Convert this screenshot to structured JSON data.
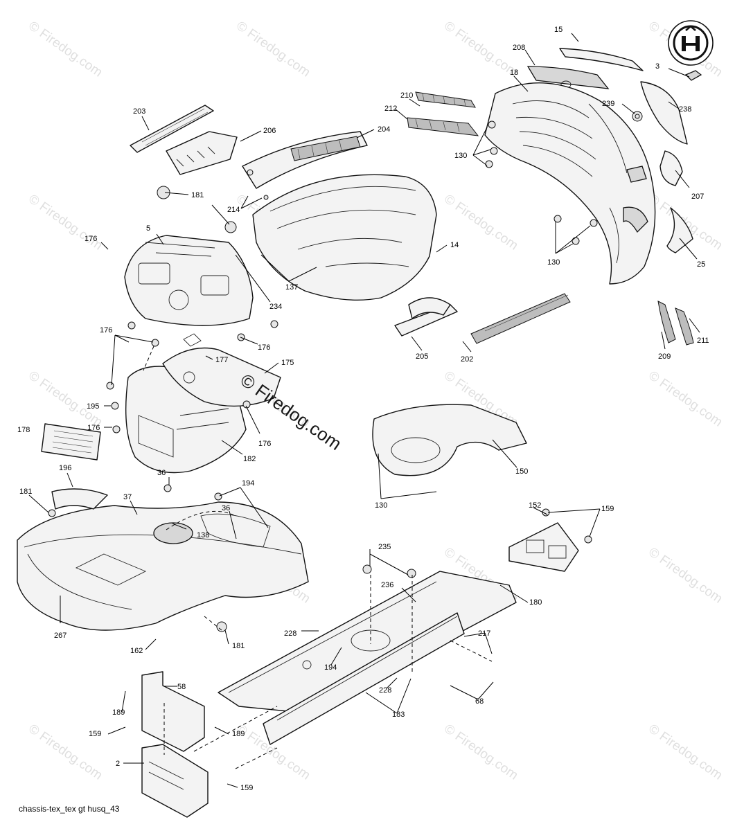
{
  "diagram": {
    "caption": "chassis-tex_tex gt husq_43",
    "watermark": "© Firedog.com",
    "center_watermark": "© Firedog.com",
    "logo_letter": "H",
    "callouts": [
      {
        "id": "c15",
        "text": "15"
      },
      {
        "id": "c208",
        "text": "208"
      },
      {
        "id": "c3",
        "text": "3"
      },
      {
        "id": "c18",
        "text": "18"
      },
      {
        "id": "c210",
        "text": "210"
      },
      {
        "id": "c239",
        "text": "239"
      },
      {
        "id": "c238",
        "text": "238"
      },
      {
        "id": "c212",
        "text": "212"
      },
      {
        "id": "c203",
        "text": "203"
      },
      {
        "id": "c204",
        "text": "204"
      },
      {
        "id": "c206",
        "text": "206"
      },
      {
        "id": "c130a",
        "text": "130"
      },
      {
        "id": "c207",
        "text": "207"
      },
      {
        "id": "c181a",
        "text": "181"
      },
      {
        "id": "c214",
        "text": "214"
      },
      {
        "id": "c5",
        "text": "5"
      },
      {
        "id": "c176a",
        "text": "176"
      },
      {
        "id": "c14",
        "text": "14"
      },
      {
        "id": "c130b",
        "text": "130"
      },
      {
        "id": "c25",
        "text": "25"
      },
      {
        "id": "c137",
        "text": "137"
      },
      {
        "id": "c234",
        "text": "234"
      },
      {
        "id": "c176b",
        "text": "176"
      },
      {
        "id": "c176c",
        "text": "176"
      },
      {
        "id": "c205",
        "text": "205"
      },
      {
        "id": "c202",
        "text": "202"
      },
      {
        "id": "c209",
        "text": "209"
      },
      {
        "id": "c211",
        "text": "211"
      },
      {
        "id": "c177",
        "text": "177"
      },
      {
        "id": "c175",
        "text": "175"
      },
      {
        "id": "c195",
        "text": "195"
      },
      {
        "id": "c178",
        "text": "178"
      },
      {
        "id": "c176d",
        "text": "176"
      },
      {
        "id": "c176e",
        "text": "176"
      },
      {
        "id": "c182",
        "text": "182"
      },
      {
        "id": "c150",
        "text": "150"
      },
      {
        "id": "c130c",
        "text": "130"
      },
      {
        "id": "c196",
        "text": "196"
      },
      {
        "id": "c36a",
        "text": "36"
      },
      {
        "id": "c194a",
        "text": "194"
      },
      {
        "id": "c181b",
        "text": "181"
      },
      {
        "id": "c37",
        "text": "37"
      },
      {
        "id": "c36b",
        "text": "36"
      },
      {
        "id": "c152",
        "text": "152"
      },
      {
        "id": "c159a",
        "text": "159"
      },
      {
        "id": "c138",
        "text": "138"
      },
      {
        "id": "c235",
        "text": "235"
      },
      {
        "id": "c236",
        "text": "236"
      },
      {
        "id": "c180",
        "text": "180"
      },
      {
        "id": "c267",
        "text": "267"
      },
      {
        "id": "c217",
        "text": "217"
      },
      {
        "id": "c228a",
        "text": "228"
      },
      {
        "id": "c162",
        "text": "162"
      },
      {
        "id": "c181c",
        "text": "181"
      },
      {
        "id": "c194b",
        "text": "194"
      },
      {
        "id": "c58",
        "text": "58"
      },
      {
        "id": "c228b",
        "text": "228"
      },
      {
        "id": "c68",
        "text": "68"
      },
      {
        "id": "c189a",
        "text": "189"
      },
      {
        "id": "c183",
        "text": "183"
      },
      {
        "id": "c159b",
        "text": "159"
      },
      {
        "id": "c189b",
        "text": "189"
      },
      {
        "id": "c2",
        "text": "2"
      },
      {
        "id": "c159c",
        "text": "159"
      }
    ]
  }
}
